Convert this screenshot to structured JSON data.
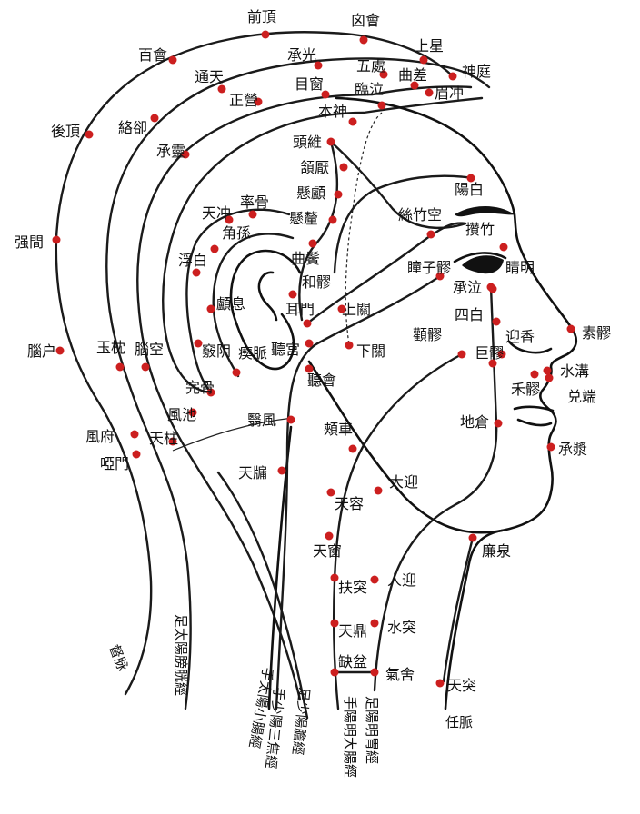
{
  "colors": {
    "point": "#cc1f1f",
    "line": "#1a1a1a",
    "background": "#ffffff"
  },
  "points": {
    "qianding": "前頂",
    "xinhui": "囟會",
    "shangxing": "上星",
    "shenting": "神庭",
    "baihui": "百會",
    "chengguang": "承光",
    "wuchu": "五處",
    "qucha": "曲差",
    "meichong": "眉冲",
    "tongtian": "通天",
    "muchuang": "目窗",
    "linqi": "臨泣",
    "luoque": "絡卻",
    "zhengying": "正營",
    "benshen": "本神",
    "houding": "後頂",
    "chengling": "承靈",
    "touwei": "頭維",
    "hanyan": "頷厭",
    "xuanlu": "懸顱",
    "xuanli": "懸釐",
    "sizhukong": "絲竹空",
    "yangbai": "陽白",
    "cuanzhu": "攢竹",
    "tianchong": "天冲",
    "shuaigu": "率骨",
    "jiaosun": "角孫",
    "fubai": "浮白",
    "qubin": "曲鬢",
    "heliao": "和髎",
    "tongziliao": "瞳子髎",
    "jingming": "睛明",
    "qiangjian": "强間",
    "luxi": "顱息",
    "ermen": "耳門",
    "shangguan": "上關",
    "chengqi": "承泣",
    "sibai": "四白",
    "yingxiang": "迎香",
    "suliao": "素髎",
    "naohu": "腦户",
    "yuzhen": "玉枕",
    "naokong": "腦空",
    "qiaoyin": "竅阴",
    "chimai": "瘈脈",
    "tinggong": "聽宫",
    "xiaguan": "下關",
    "quanliao": "顴髎",
    "juliao": "巨髎",
    "shuigou": "水溝",
    "heliao2": "禾髎",
    "duiduan": "兑端",
    "wangu": "完骨",
    "fengchi": "風池",
    "tinghui": "聽會",
    "yifeng": "翳風",
    "dicang": "地倉",
    "chengjiang": "承漿",
    "fengfu": "風府",
    "tianzhu": "天柱",
    "yamen": "啞門",
    "jiache": "頰車",
    "tianrong": "天容",
    "daying": "大迎",
    "tianyou": "天牖",
    "tianchuang": "天窗",
    "lianquan": "廉泉",
    "futu": "扶突",
    "renying": "人迎",
    "tianding": "天鼎",
    "shuitu": "水突",
    "quepen": "缺盆",
    "qishe": "氣舍",
    "tiantu": "天突"
  },
  "meridians": {
    "du": "督脉",
    "bladder": "足太陽膀胱經",
    "small_intestine": "手太陽小腸經",
    "sanjiao": "手少陽三焦經",
    "gallbladder": "足少陽膽經",
    "large_intestine": "手陽明大腸經",
    "stomach": "足陽明胃經",
    "ren": "任脈"
  }
}
